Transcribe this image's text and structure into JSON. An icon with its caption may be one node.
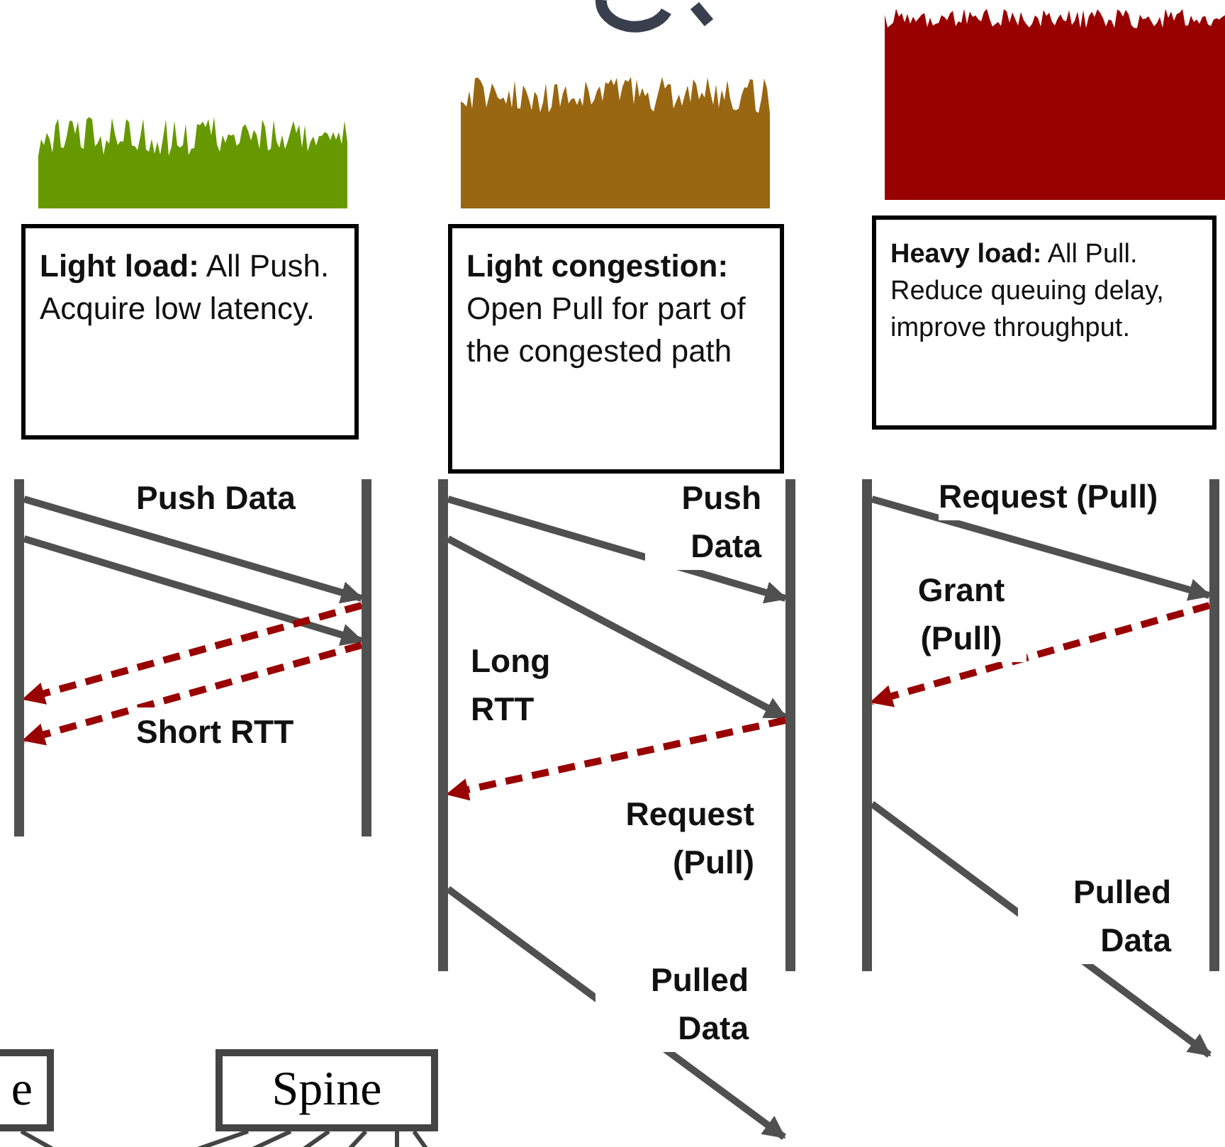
{
  "diagram": {
    "nodes": [
      {
        "text": [
          "**Light load:** All Push. Acquire low latency."
        ]
      },
      {
        "text": [
          "**Light congestion:** Open Pull for part of the congested path"
        ]
      },
      {
        "text": [
          "**Heavy load:** All Pull. Reduce queuing delay, improve throughput."
        ]
      },
      {
        "text": [],
        "shape": "bar"
      },
      {
        "text": [],
        "shape": "bar"
      },
      {
        "text": [],
        "shape": "bar"
      },
      {
        "text": [],
        "shape": "bar"
      },
      {
        "text": [],
        "shape": "bar"
      },
      {
        "text": [],
        "shape": "bar"
      },
      {
        "text": [
          "e"
        ]
      },
      {
        "text": [
          "Spine"
        ]
      }
    ],
    "edges": [
      {
        "from": 3,
        "to": 4,
        "arrow": "to",
        "label": "Push Data"
      },
      {
        "from": 3,
        "to": 4,
        "arrow": "to"
      },
      {
        "from": 4,
        "to": 3,
        "arrow": "to",
        "style": "dashed",
        "color": "#990000"
      },
      {
        "from": 4,
        "to": 3,
        "arrow": "to",
        "style": "dashed",
        "color": "#990000",
        "label": "Short RTT"
      },
      {
        "from": 5,
        "to": 6,
        "arrow": "to",
        "label": "Push Data"
      },
      {
        "from": 5,
        "to": 6,
        "arrow": "to"
      },
      {
        "from": 6,
        "to": 5,
        "arrow": "to",
        "style": "dashed",
        "color": "#990000",
        "label": "Request (Pull)"
      },
      {
        "from": 5,
        "to": null,
        "arrow": "to",
        "label": "Pulled Data"
      },
      {
        "from": 7,
        "to": 8,
        "arrow": "to",
        "label": "Request (Pull)"
      },
      {
        "from": 8,
        "to": 7,
        "arrow": "to",
        "style": "dashed",
        "color": "#990000",
        "label": "Grant (Pull)"
      },
      {
        "from": 7,
        "to": null,
        "arrow": "to",
        "label": "Pulled Data"
      },
      {
        "from": 9,
        "to": null,
        "arrow": "none"
      },
      {
        "from": 10,
        "to": null,
        "arrow": "none"
      },
      {
        "from": 10,
        "to": null,
        "arrow": "none"
      },
      {
        "from": 10,
        "to": null,
        "arrow": "none"
      },
      {
        "from": 10,
        "to": null,
        "arrow": "none"
      },
      {
        "from": 10,
        "to": null,
        "arrow": "none"
      },
      {
        "from": 10,
        "to": null,
        "arrow": "none"
      }
    ],
    "labels": [
      "Long RTT"
    ]
  }
}
